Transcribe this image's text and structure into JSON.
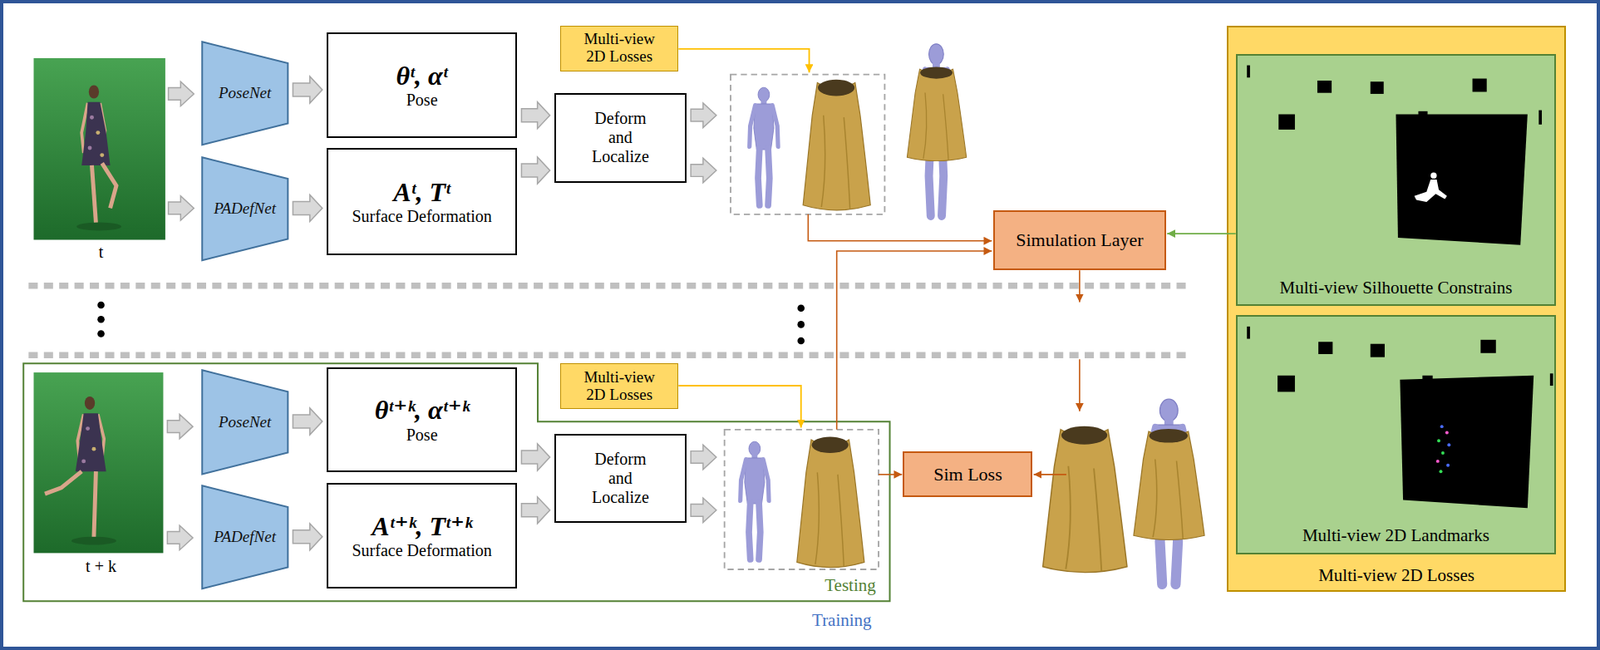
{
  "diagram": {
    "nodes": [
      {
        "text": [
          "PoseNet"
        ]
      },
      {
        "text": [
          "PADefNet"
        ]
      },
      {
        "text": [
          "θᵗ, αᵗ",
          "Pose"
        ]
      },
      {
        "text": [
          "Aᵗ, Tᵗ",
          "Surface Deformation"
        ]
      },
      {
        "text": [
          "Multi-view 2D Losses"
        ]
      },
      {
        "text": [
          "Deform and Localize"
        ]
      },
      {
        "text": [
          "Simulation Layer"
        ]
      },
      {
        "text": [
          "Multi-view 2D Losses"
        ]
      },
      {
        "text": [
          "Multi-view Silhouette Constrains"
        ],
        "in": 7
      },
      {
        "text": [
          "Multi-view 2D Landmarks"
        ],
        "in": 7
      },
      {
        "text": [
          "Testing"
        ]
      },
      {
        "text": [
          "PoseNet"
        ],
        "in": 10
      },
      {
        "text": [
          "PADefNet"
        ],
        "in": 10
      },
      {
        "text": [
          "θᵗ⁺ᵏ, αᵗ⁺ᵏ",
          "Pose"
        ],
        "in": 10
      },
      {
        "text": [
          "Aᵗ⁺ᵏ, Tᵗ⁺ᵏ",
          "Surface Deformation"
        ],
        "in": 10
      },
      {
        "text": [
          "Multi-view 2D Losses"
        ]
      },
      {
        "text": [
          "Deform and Localize"
        ],
        "in": 10
      },
      {
        "text": [
          "Sim Loss"
        ]
      }
    ],
    "edges": [
      {
        "from": 0,
        "to": 2,
        "arrow": "to"
      },
      {
        "from": 1,
        "to": 3,
        "arrow": "to"
      },
      {
        "from": 2,
        "to": 5,
        "arrow": "to"
      },
      {
        "from": 3,
        "to": 5,
        "arrow": "to"
      },
      {
        "from": 8,
        "to": 6,
        "arrow": "to"
      },
      {
        "from": 11,
        "to": 13,
        "arrow": "to"
      },
      {
        "from": 12,
        "to": 14,
        "arrow": "to"
      },
      {
        "from": 13,
        "to": 16,
        "arrow": "to"
      },
      {
        "from": 14,
        "to": 16,
        "arrow": "to"
      }
    ],
    "labels": [
      "t",
      "t + k",
      "Training"
    ]
  }
}
